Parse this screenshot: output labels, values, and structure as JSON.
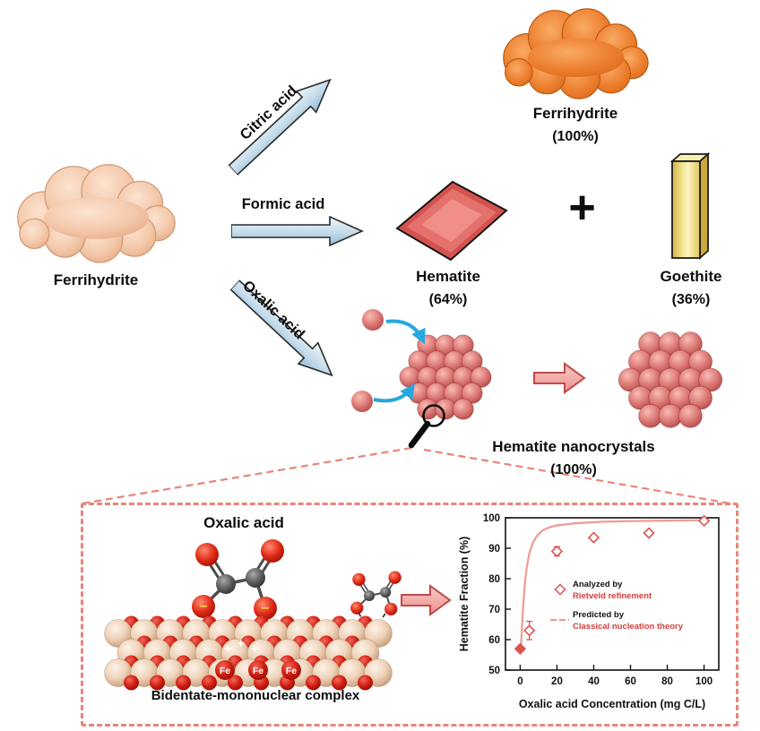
{
  "colors": {
    "source_cloud": "#f4c9ab",
    "orange_cloud": "#ed8030",
    "hematite_red": "#d4524e",
    "goethite_yellow": "#f1e28c",
    "arrow_blue": "#c4dbea",
    "sphere_pink": "#e2837f",
    "pink_arrow": "#f3a9a7",
    "dashed_border": "#e98477",
    "cyan_arrow": "#27a7de",
    "marker": "#e0514e",
    "curve": "#f09a92",
    "legend_red": "#d43d3c"
  },
  "top": {
    "source": {
      "label": "Ferrihydrite"
    },
    "arrows": [
      {
        "id": "citric",
        "label": "Citric acid"
      },
      {
        "id": "formic",
        "label": "Formic acid"
      },
      {
        "id": "oxalic",
        "label": "Oxalic acid"
      }
    ],
    "ferrihydrite_product": {
      "name": "Ferrihydrite",
      "fraction": "(100%)"
    },
    "hematite_product": {
      "name": "Hematite",
      "fraction": "(64%)"
    },
    "plus_sign": "+",
    "goethite_product": {
      "name": "Goethite",
      "fraction": "(36%)"
    },
    "nanocrystal_product": {
      "name": "Hematite nanocrystals",
      "fraction": "(100%)"
    }
  },
  "inset": {
    "molecule_title": "Oxalic acid",
    "surface_caption": "Bidentate-mononuclear complex",
    "fe_labels": [
      "Fe",
      "Fe",
      "Fe"
    ],
    "charge_signs": [
      "+",
      "+",
      "+"
    ],
    "minus_sign": "−"
  },
  "chart_data": {
    "type": "scatter",
    "title": "",
    "xlabel": "Oxalic acid Concentration (mg C/L)",
    "ylabel": "Hematite Fraction (%)",
    "xlim": [
      -8,
      108
    ],
    "ylim": [
      50,
      100
    ],
    "xticks": [
      0,
      20,
      40,
      60,
      80,
      100
    ],
    "yticks": [
      50,
      60,
      70,
      80,
      90,
      100
    ],
    "grid": false,
    "frame": true,
    "legend_position": "right-center",
    "series": [
      {
        "name": "Analyzed by Rietveld refinement",
        "type": "scatter",
        "marker": "diamond",
        "x": [
          0,
          5,
          20,
          40,
          70,
          100
        ],
        "y": [
          57,
          63,
          89,
          93.5,
          95,
          99
        ],
        "yerr": [
          0,
          3,
          1.5,
          0,
          0,
          0
        ],
        "filled": [
          true,
          false,
          false,
          false,
          false,
          false
        ]
      },
      {
        "name": "Predicted by Classical nucleation theory",
        "type": "line",
        "x": [
          0.3,
          0.8,
          1.5,
          2.5,
          3.5,
          5,
          7,
          9,
          12,
          16,
          20,
          30,
          45,
          60,
          80,
          100
        ],
        "y": [
          56.5,
          62,
          70,
          78,
          83.5,
          88.5,
          92,
          94,
          95.8,
          96.9,
          97.5,
          98.2,
          98.7,
          98.9,
          99.1,
          99.2
        ]
      }
    ],
    "legend": [
      {
        "line1": "Analyzed by",
        "line2": "Rietveld refinement",
        "marker": "diamond"
      },
      {
        "line1": "Predicted by",
        "line2": "Classical nucleation theory",
        "marker": "line"
      }
    ]
  }
}
